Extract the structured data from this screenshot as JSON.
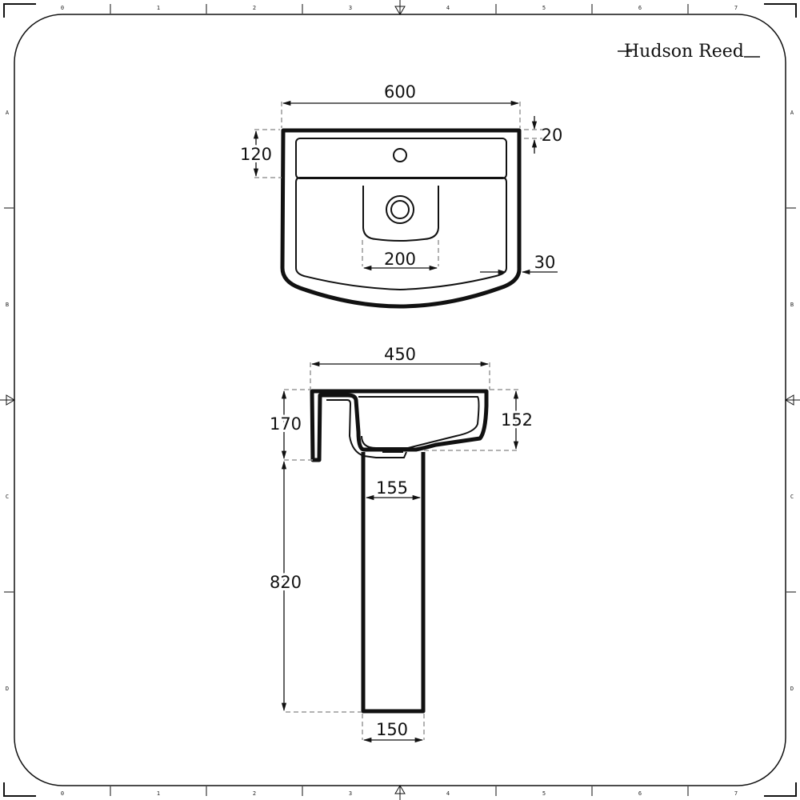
{
  "brand": {
    "logo_text": "Hudson Reed"
  },
  "border": {
    "columns": [
      "0",
      "1",
      "2",
      "3",
      "4",
      "5",
      "6",
      "7"
    ],
    "rows": [
      "A",
      "B",
      "C",
      "D"
    ]
  },
  "top_view": {
    "width": "600",
    "shelf_depth": "120",
    "rim_thickness": "20",
    "front_thickness": "30",
    "bowl_width": "200"
  },
  "side_view": {
    "depth": "450",
    "overall_height": "170",
    "bowl_height": "152",
    "pedestal_top_width": "155",
    "pedestal_height": "820",
    "pedestal_base_width": "150"
  }
}
